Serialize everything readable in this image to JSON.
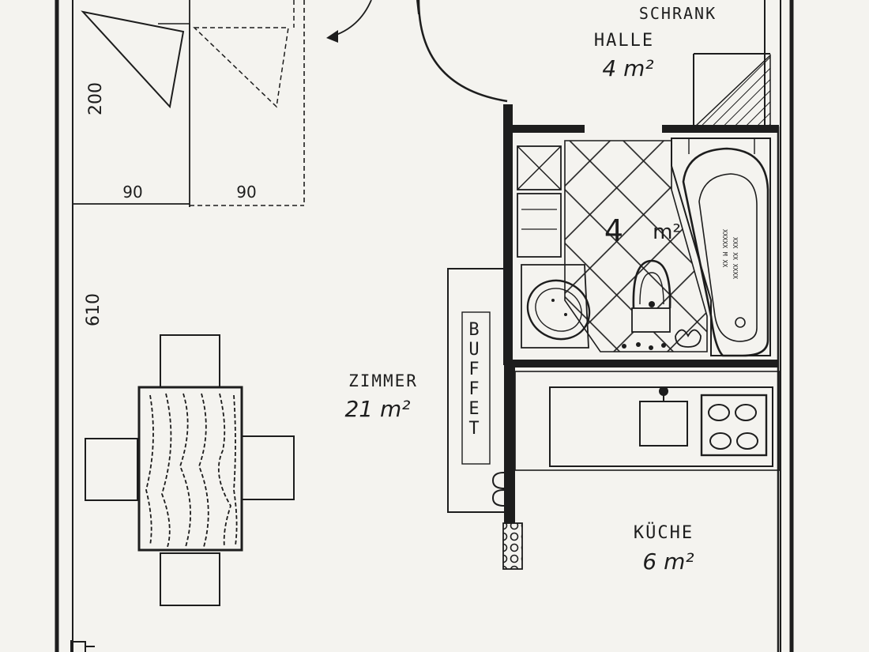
{
  "rooms": {
    "zimmer": {
      "name": "ZIMMER",
      "area": "21 m²"
    },
    "halle": {
      "name": "HALLE",
      "area": "4 m²"
    },
    "kueche": {
      "name": "KÜCHE",
      "area": "6 m²"
    },
    "bad": {
      "area_number": "4",
      "area_unit": "m²"
    }
  },
  "labels": {
    "schrank": "SCHRANK",
    "buffet": "BUFFET"
  },
  "dimensions": {
    "bed_length": "200",
    "bed_width_left": "90",
    "bed_width_right": "90",
    "room_length": "610"
  },
  "colors": {
    "ink": "#1d1d1d",
    "paper": "#f4f3ef"
  }
}
